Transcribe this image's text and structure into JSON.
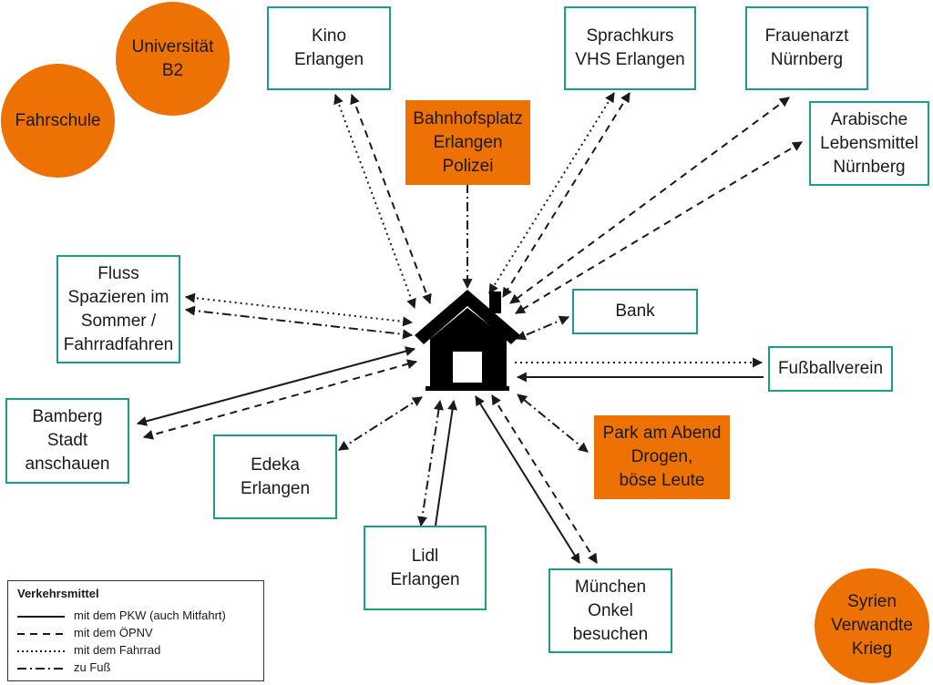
{
  "nodes": {
    "kino": "Kino\nErlangen",
    "sprachkurs": "Sprachkurs\nVHS Erlangen",
    "frauenarzt": "Frauenarzt\nNürnberg",
    "arabische": "Arabische\nLebensmittel\nNürnberg",
    "bahnhof": "Bahnhofsplatz\nErlangen\nPolizei",
    "fluss": "Fluss\nSpazieren im\nSommer /\nFahrradfahren",
    "bank": "Bank",
    "fussball": "Fußballverein",
    "bamberg": "Bamberg\nStadt\nanschauen",
    "edeka": "Edeka\nErlangen",
    "park": "Park am Abend\nDrogen,\nböse Leute",
    "lidl": "Lidl\nErlangen",
    "muenchen": "München\nOnkel\nbesuchen"
  },
  "circles": {
    "fahrschule": "Fahrschule",
    "universitaet": "Universität\nB2",
    "syrien": "Syrien\nVerwandte\nKrieg"
  },
  "legend": {
    "title": "Verkehrsmittel",
    "pkw": "mit dem PKW (auch Mitfahrt)",
    "oepnv": "mit dem ÖPNV",
    "fahrrad": "mit dem Fahrrad",
    "fuss": "zu Fuß"
  },
  "colors": {
    "accent_orange": "#ee7203",
    "box_border_teal": "#1a9e8c",
    "line": "#1a1a1a"
  },
  "icons": {
    "center": "house-icon"
  }
}
